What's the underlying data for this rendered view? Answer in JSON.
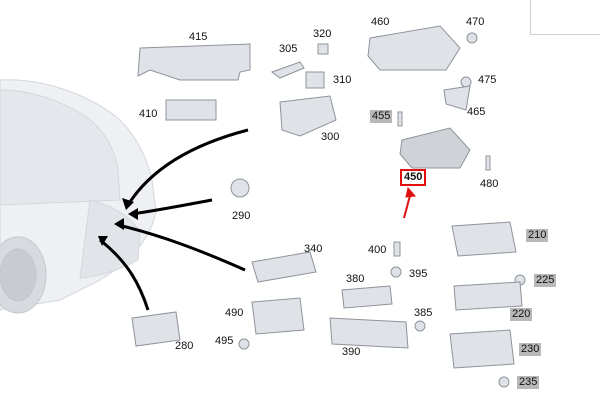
{
  "diagram": {
    "part_numbers": {
      "p415": "415",
      "p320": "320",
      "p305": "305",
      "p310": "310",
      "p460": "460",
      "p470": "470",
      "p475": "475",
      "p410": "410",
      "p455": "455",
      "p300": "300",
      "p465": "465",
      "p450": "450",
      "p480": "480",
      "p290": "290",
      "p340": "340",
      "p400": "400",
      "p210": "210",
      "p395": "395",
      "p225": "225",
      "p380": "380",
      "p490": "490",
      "p385": "385",
      "p220": "220",
      "p495": "495",
      "p280": "280",
      "p390": "390",
      "p230": "230",
      "p235": "235"
    },
    "highlighted_part": "450",
    "highlight_color": "#e01010",
    "gray_tag_color": "#b8b8b8"
  }
}
